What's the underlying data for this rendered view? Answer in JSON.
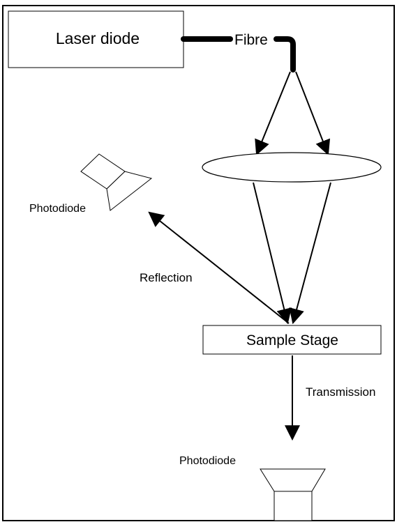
{
  "diagram": {
    "labels": {
      "laser_diode": "Laser diode",
      "fibre": "Fibre",
      "photodiode_top": "Photodiode",
      "reflection": "Reflection",
      "sample_stage": "Sample Stage",
      "transmission": "Transmission",
      "photodiode_bottom": "Photodiode"
    }
  }
}
